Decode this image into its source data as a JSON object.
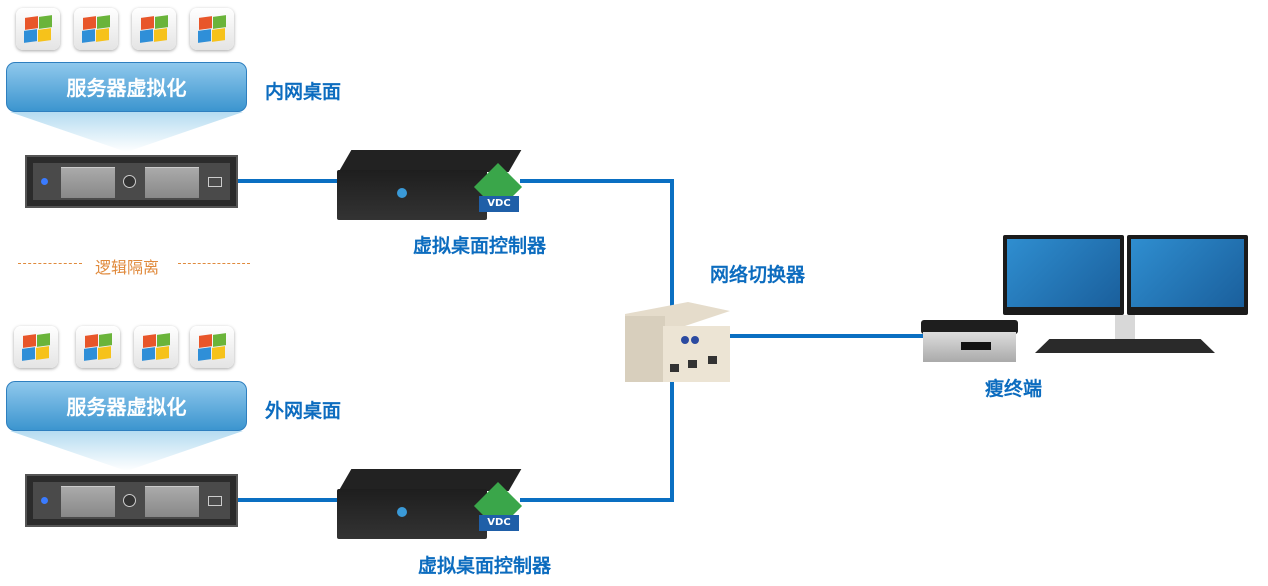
{
  "groups": [
    {
      "banner": "服务器虚拟化",
      "zone_label": "内网桌面",
      "controller_label": "虚拟桌面控制器",
      "vdc_badge": "VDC"
    },
    {
      "banner": "服务器虚拟化",
      "zone_label": "外网桌面",
      "controller_label": "虚拟桌面控制器",
      "vdc_badge": "VDC"
    }
  ],
  "separator": "逻辑隔离",
  "switch_label": "网络切换器",
  "thin_client_label": "瘦终端",
  "colors": {
    "line": "#0a6fc2",
    "label": "#0c6cbf",
    "separator": "#e08a3c"
  }
}
